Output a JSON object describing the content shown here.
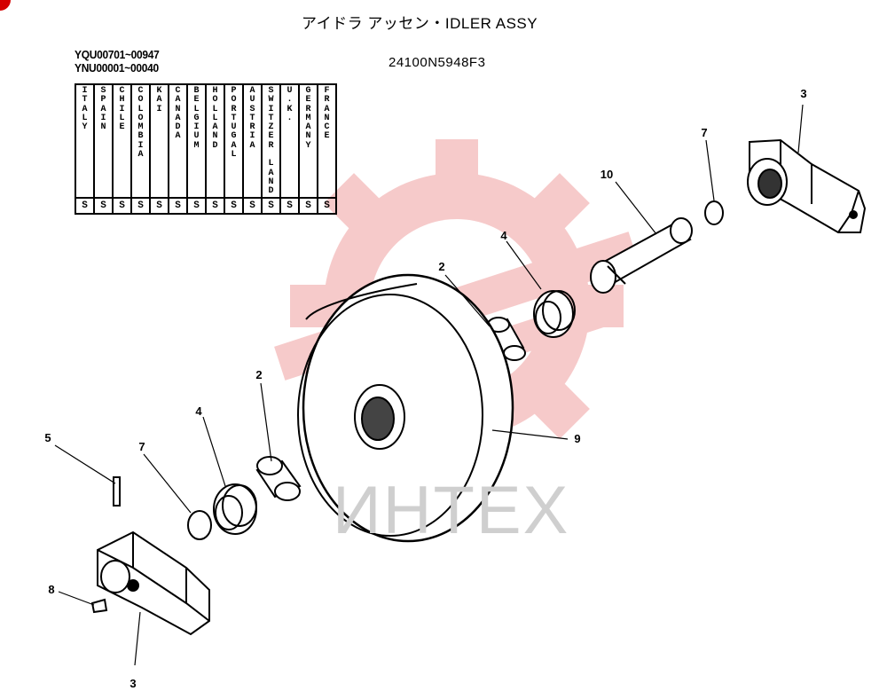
{
  "header": {
    "title": "アイドラ アッセン・IDLER ASSY",
    "part_number": "24100N5948F3",
    "serial_ranges": [
      "YQU00701~00947",
      "YNU00001~00040"
    ]
  },
  "country_table": {
    "countries": [
      "ITALY",
      "SPAIN",
      "CHILE",
      "COLOMBIA",
      "KAI",
      "CANADA",
      "BELGIUM",
      "HOLLAND",
      "PORTUGAL",
      "AUSTRIA",
      "SWITZER LAND",
      "U.K.",
      "GERMANY",
      "FRANCE"
    ],
    "codes": [
      "S",
      "S",
      "S",
      "S",
      "S",
      "S",
      "S",
      "S",
      "S",
      "S",
      "S",
      "S",
      "S",
      "S"
    ]
  },
  "callouts": {
    "c3_top": "3",
    "c7_top": "7",
    "c10": "10",
    "c4_top": "4",
    "c2_top": "2",
    "c9": "9",
    "c2_mid": "2",
    "c4_mid": "4",
    "c7_mid": "7",
    "c5": "5",
    "c8": "8",
    "c3_bottom": "3"
  },
  "watermark": {
    "text": "ИНТЕХ",
    "logo_color": "#f4b9b9",
    "text_color": "#cfcfcf"
  }
}
